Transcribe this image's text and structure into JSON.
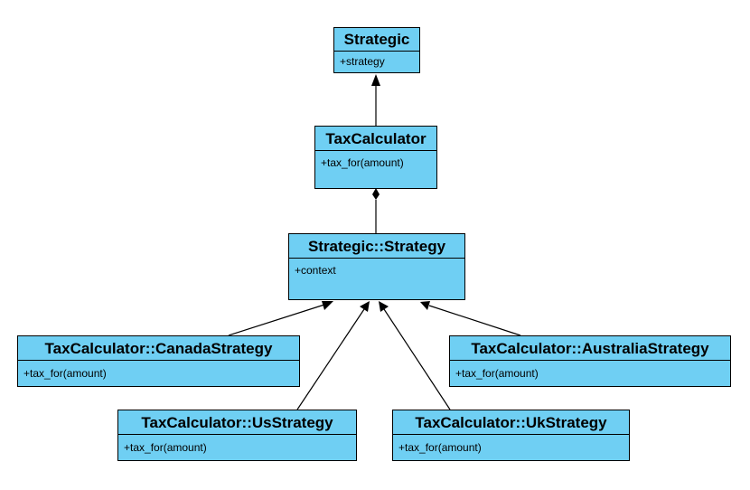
{
  "classes": {
    "strategic": {
      "name": "Strategic",
      "members": [
        "+strategy"
      ]
    },
    "tax_calculator": {
      "name": "TaxCalculator",
      "members": [
        "+tax_for(amount)"
      ]
    },
    "strategic_strategy": {
      "name": "Strategic::Strategy",
      "members": [
        "+context"
      ]
    },
    "canada_strategy": {
      "name": "TaxCalculator::CanadaStrategy",
      "members": [
        "+tax_for(amount)"
      ]
    },
    "australia_strategy": {
      "name": "TaxCalculator::AustraliaStrategy",
      "members": [
        "+tax_for(amount)"
      ]
    },
    "us_strategy": {
      "name": "TaxCalculator::UsStrategy",
      "members": [
        "+tax_for(amount)"
      ]
    },
    "uk_strategy": {
      "name": "TaxCalculator::UkStrategy",
      "members": [
        "+tax_for(amount)"
      ]
    }
  },
  "relationships": [
    {
      "from": "tax_calculator",
      "to": "strategic",
      "type": "generalization"
    },
    {
      "from": "strategic_strategy",
      "to": "tax_calculator",
      "type": "composition"
    },
    {
      "from": "canada_strategy",
      "to": "strategic_strategy",
      "type": "generalization"
    },
    {
      "from": "us_strategy",
      "to": "strategic_strategy",
      "type": "generalization"
    },
    {
      "from": "uk_strategy",
      "to": "strategic_strategy",
      "type": "generalization"
    },
    {
      "from": "australia_strategy",
      "to": "strategic_strategy",
      "type": "generalization"
    }
  ],
  "colors": {
    "class_fill": "#6fcff3",
    "line": "#000000"
  }
}
